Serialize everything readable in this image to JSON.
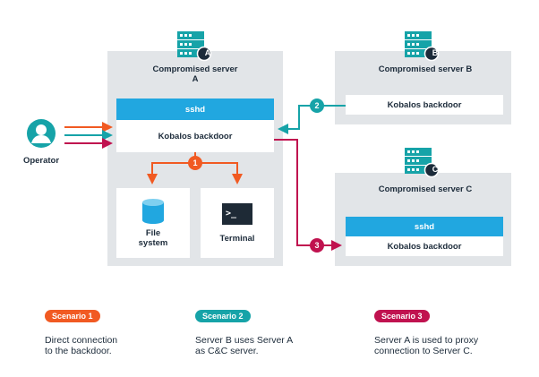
{
  "servers": {
    "a": {
      "title": "Compromised server A",
      "badge": "A"
    },
    "b": {
      "title": "Compromised server B",
      "badge": "B"
    },
    "c": {
      "title": "Compromised server C",
      "badge": "C"
    }
  },
  "server_a": {
    "sshd": "sshd",
    "backdoor": "Kobalos backdoor",
    "file_system": "File system",
    "terminal": "Terminal",
    "terminal_glyph": ">_"
  },
  "server_b": {
    "backdoor": "Kobalos backdoor"
  },
  "server_c": {
    "sshd": "sshd",
    "backdoor": "Kobalos backdoor"
  },
  "operator": {
    "label": "Operator"
  },
  "markers": {
    "m1": "1",
    "m2": "2",
    "m3": "3"
  },
  "colors": {
    "scenario1": "#f15a22",
    "scenario2": "#16a3a8",
    "scenario3": "#c0124f",
    "server_icon": "#16a3a8",
    "sshd": "#21a7e0",
    "panel": "#e2e5e8"
  },
  "scenarios": [
    {
      "label": "Scenario 1",
      "text_line1": "Direct connection",
      "text_line2": "to the backdoor."
    },
    {
      "label": "Scenario 2",
      "text_line1": "Server B uses Server A",
      "text_line2": "as C&C server."
    },
    {
      "label": "Scenario 3",
      "text_line1": "Server A is used to proxy",
      "text_line2": "connection to Server C."
    }
  ]
}
